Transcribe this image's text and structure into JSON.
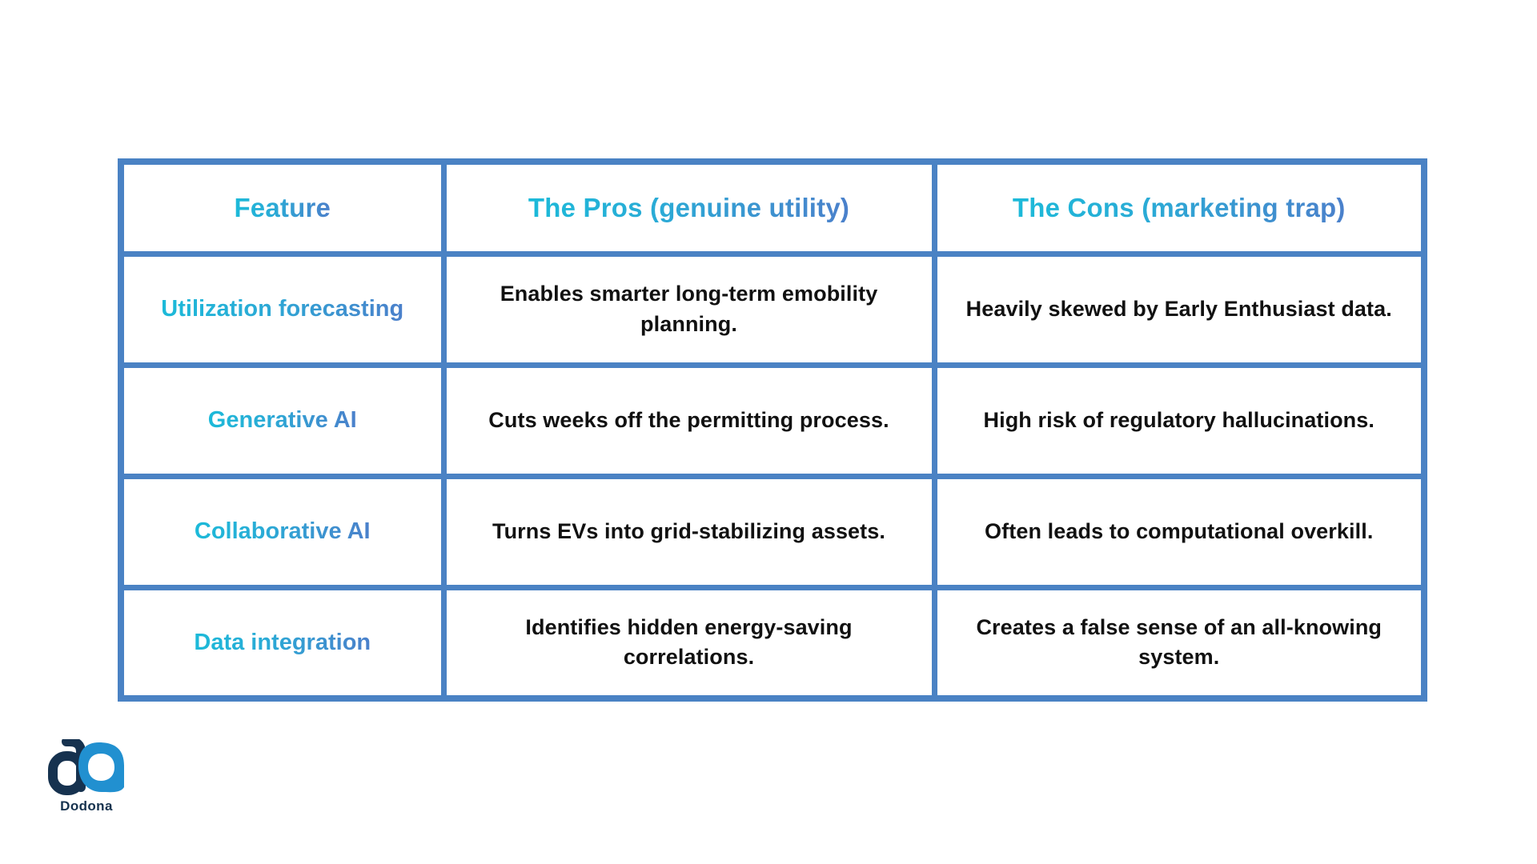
{
  "table": {
    "columns": [
      {
        "label": "Feature"
      },
      {
        "label": "The Pros (genuine utility)"
      },
      {
        "label": "The Cons (marketing trap)"
      }
    ],
    "rows": [
      {
        "feature": "Utilization forecasting",
        "pros": "Enables smarter long-term emobility planning.",
        "cons": "Heavily skewed by Early Enthusiast data."
      },
      {
        "feature": "Generative AI",
        "pros": "Cuts weeks off the permitting process.",
        "cons": "High risk of regulatory hallucinations."
      },
      {
        "feature": "Collaborative AI",
        "pros": "Turns EVs into grid-stabilizing assets.",
        "cons": "Often leads to computational overkill."
      },
      {
        "feature": "Data integration",
        "pros": "Identifies hidden energy-saving correlations.",
        "cons": "Creates a false sense of an all-knowing system."
      }
    ]
  },
  "logo": {
    "brand": "Dodona"
  },
  "colors": {
    "table_border": "#4a82c4",
    "header_gradient_start": "#1cbad9",
    "header_gradient_end": "#4b80cb",
    "body_text": "#111111",
    "logo_navy": "#16324f",
    "logo_blue": "#2190d0",
    "background": "#ffffff"
  }
}
